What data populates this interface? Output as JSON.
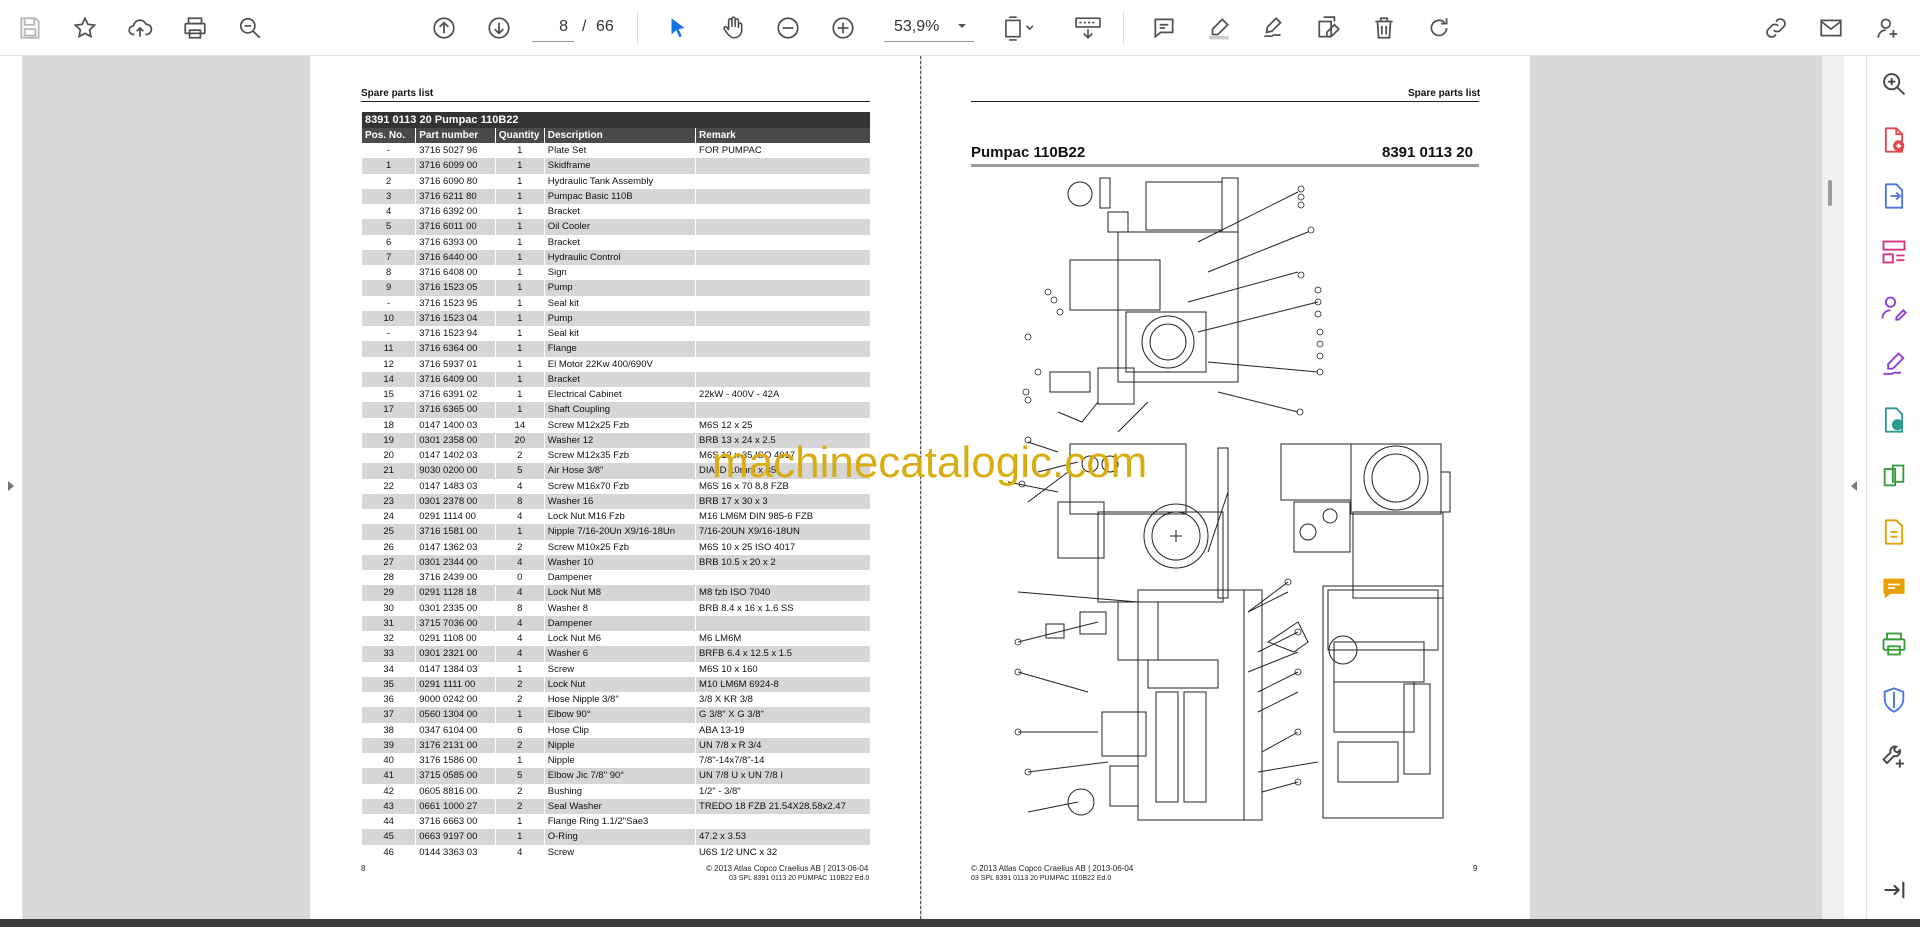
{
  "toolbar": {
    "page_current": "8",
    "page_separator": "/",
    "page_total": "66",
    "zoom": "53,9%"
  },
  "left_page": {
    "running_head": "Spare parts list",
    "table_title": "8391 0113 20    Pumpac 110B22",
    "headers": [
      "Pos. No.",
      "Part number",
      "Quantity",
      "Description",
      "Remark"
    ],
    "rows": [
      [
        "-",
        "3716 5027 96",
        "1",
        "Plate Set",
        "FOR PUMPAC"
      ],
      [
        "1",
        "3716 6099 00",
        "1",
        "Skidframe",
        ""
      ],
      [
        "2",
        "3716 6090 80",
        "1",
        "Hydraulic Tank Assembly",
        ""
      ],
      [
        "3",
        "3716 6211 80",
        "1",
        "Pumpac Basic 110B",
        ""
      ],
      [
        "4",
        "3716 6392 00",
        "1",
        "Bracket",
        ""
      ],
      [
        "5",
        "3716 6011 00",
        "1",
        "Oil Cooler",
        ""
      ],
      [
        "6",
        "3716 6393 00",
        "1",
        "Bracket",
        ""
      ],
      [
        "7",
        "3716 6440 00",
        "1",
        "Hydraulic Control",
        ""
      ],
      [
        "8",
        "3716 6408 00",
        "1",
        "Sign",
        ""
      ],
      [
        "9",
        "3716 1523 05",
        "1",
        "Pump",
        ""
      ],
      [
        "-",
        "3716 1523 95",
        "1",
        "Seal kit",
        ""
      ],
      [
        "10",
        "3716 1523 04",
        "1",
        "Pump",
        ""
      ],
      [
        "-",
        "3716 1523 94",
        "1",
        "Seal kit",
        ""
      ],
      [
        "11",
        "3716 6364 00",
        "1",
        "Flange",
        ""
      ],
      [
        "12",
        "3716 5937 01",
        "1",
        "El Motor 22Kw 400/690V",
        ""
      ],
      [
        "14",
        "3716 6409 00",
        "1",
        "Bracket",
        ""
      ],
      [
        "15",
        "3716 6391 02",
        "1",
        "Electrical Cabinet",
        "22kW - 400V - 42A"
      ],
      [
        "17",
        "3716 6365 00",
        "1",
        "Shaft Coupling",
        ""
      ],
      [
        "18",
        "0147 1400 03",
        "14",
        "Screw M12x25 Fzb",
        "M6S 12 x 25"
      ],
      [
        "19",
        "0301 2358 00",
        "20",
        "Washer 12",
        "BRB 13 x 24 x 2.5"
      ],
      [
        "20",
        "0147 1402 03",
        "2",
        "Screw M12x35 Fzb",
        "M6S 12 x 35 ISO 4017"
      ],
      [
        "21",
        "9030 0200 00",
        "5",
        "Air Hose 3/8\"",
        "DIA ID 10mm x 35"
      ],
      [
        "22",
        "0147 1483 03",
        "4",
        "Screw M16x70 Fzb",
        "M6S 16 x 70 8.8 FZB"
      ],
      [
        "23",
        "0301 2378 00",
        "8",
        "Washer 16",
        "BRB 17 x 30 x 3"
      ],
      [
        "24",
        "0291 1114 00",
        "4",
        "Lock Nut M16 Fzb",
        "M16  LM6M DIN 985-6 FZB"
      ],
      [
        "25",
        "3716 1581 00",
        "1",
        "Nipple 7/16-20Un X9/16-18Un",
        "7/16-20UN X9/16-18UN"
      ],
      [
        "26",
        "0147 1362 03",
        "2",
        "Screw M10x25 Fzb",
        "M6S 10 x 25 ISO 4017"
      ],
      [
        "27",
        "0301 2344 00",
        "4",
        "Washer 10",
        "BRB 10.5 x 20 x 2"
      ],
      [
        "28",
        "3716 2439 00",
        "0",
        "Dampener",
        ""
      ],
      [
        "29",
        "0291 1128 18",
        "4",
        "Lock Nut M8",
        "M8  fzb  ISO 7040"
      ],
      [
        "30",
        "0301 2335 00",
        "8",
        "Washer 8",
        "BRB 8.4 x 16 x 1.6 SS"
      ],
      [
        "31",
        "3715 7036 00",
        "4",
        "Dampener",
        ""
      ],
      [
        "32",
        "0291 1108 00",
        "4",
        "Lock Nut M6",
        "M6  LM6M"
      ],
      [
        "33",
        "0301 2321 00",
        "4",
        "Washer 6",
        "BRFB 6.4 x 12.5 x 1.5"
      ],
      [
        "34",
        "0147 1384 03",
        "1",
        "Screw",
        "M6S 10 x 160"
      ],
      [
        "35",
        "0291 1111 00",
        "2",
        "Lock Nut",
        "M10  LM6M 6924-8"
      ],
      [
        "36",
        "9000 0242 00",
        "2",
        "Hose Nipple 3/8\"",
        "3/8 X KR 3/8"
      ],
      [
        "37",
        "0560 1304 00",
        "1",
        "Elbow   90°",
        "G 3/8\" X G 3/8\""
      ],
      [
        "38",
        "0347 6104 00",
        "6",
        "Hose Clip",
        "ABA 13-19"
      ],
      [
        "39",
        "3176 2131 00",
        "2",
        "Nipple",
        "UN 7/8 x R 3/4"
      ],
      [
        "40",
        "3176 1586 00",
        "1",
        "Nipple",
        "7/8\"-14x7/8\"-14"
      ],
      [
        "41",
        "3715 0585 00",
        "5",
        "Elbow Jic 7/8\" 90°",
        "UN 7/8 U x UN 7/8 I"
      ],
      [
        "42",
        "0605 8816 00",
        "2",
        "Bushing",
        "1/2\" - 3/8\""
      ],
      [
        "43",
        "0661 1000 27",
        "2",
        "Seal Washer",
        "TREDO 18  FZB 21.54X28.58x2.47"
      ],
      [
        "44",
        "3716 6663 00",
        "1",
        "Flange Ring 1.1/2\"Sae3",
        ""
      ],
      [
        "45",
        "0663 9197 00",
        "1",
        "O-Ring",
        "47.2 x 3.53"
      ],
      [
        "46",
        "0144 3363 03",
        "4",
        "Screw",
        "U6S 1/2 UNC x 32"
      ]
    ],
    "page_number": "8",
    "copyright": "© 2013 Atlas Copco Craelius AB | 2013-06-04",
    "doc_ref": "03 SPL 8391 0113 20 PUMPAC 110B22 Ed.0"
  },
  "right_page": {
    "running_head": "Spare parts list",
    "figure_title_left": "Pumpac 110B22",
    "figure_title_right": "8391 0113 20",
    "page_number": "9",
    "copyright": "© 2013 Atlas Copco Craelius AB | 2013-06-04",
    "doc_ref": "03 SPL 8391 0113 20 PUMPAC 110B22 Ed.0"
  },
  "watermark": "machinecatalogic.com",
  "colors": {
    "active_tool": "#1473e6",
    "watermark": "#d9ac10",
    "table_header": "#333333",
    "row_alt": "#d6d6d6"
  }
}
